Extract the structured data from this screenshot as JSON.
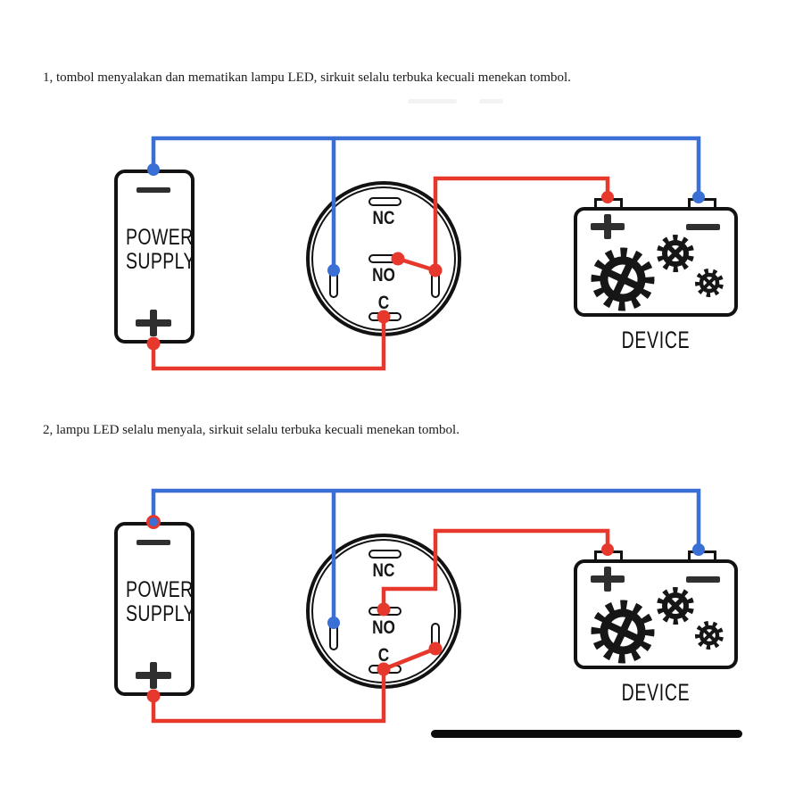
{
  "captions": {
    "step1": "1, tombol menyalakan dan mematikan lampu LED, sirkuit selalu terbuka kecuali menekan tombol.",
    "step2": "2, lampu LED selalu menyala, sirkuit selalu terbuka kecuali menekan tombol."
  },
  "power_supply": {
    "line1": "POWER",
    "line2": "SUPPLY"
  },
  "switch_terminals": {
    "nc": "NC",
    "no": "NO",
    "c": "C"
  },
  "device": {
    "label": "DEVICE"
  },
  "colors": {
    "wire_blue": "#3a6fd6",
    "wire_red": "#e6382c",
    "ink": "#111111"
  },
  "icons": {
    "power_negative": "minus-icon",
    "power_positive": "plus-icon",
    "device_positive": "plus-icon",
    "device_negative": "minus-icon",
    "device_gears": "gear-icon",
    "junction": "wire-junction-dot"
  }
}
